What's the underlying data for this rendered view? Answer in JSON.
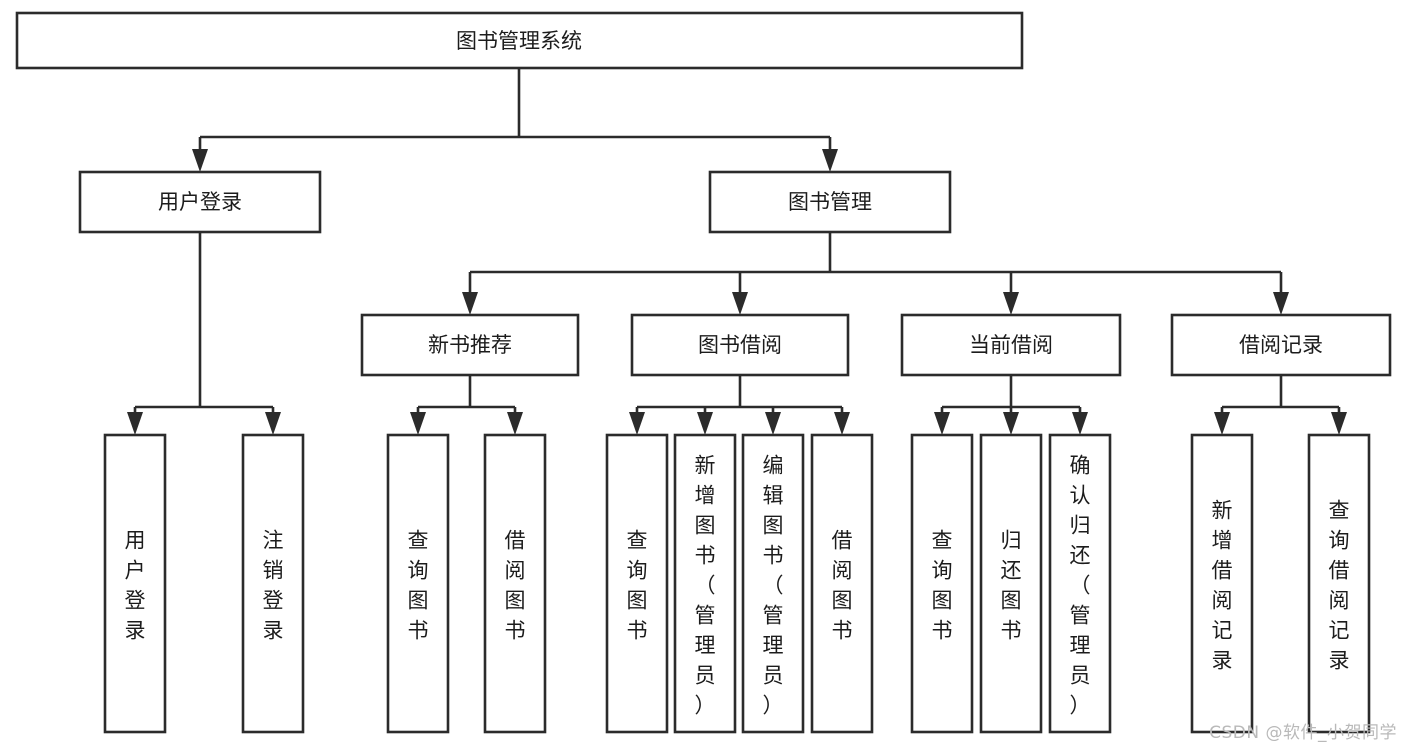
{
  "diagram": {
    "type": "tree-hierarchy",
    "title": "图书管理系统",
    "orientation": "top-down",
    "watermark": "CSDN @软件_小贺同学",
    "colors": {
      "box_stroke": "#2b2b2b",
      "box_fill": "#ffffff",
      "text": "#1c1c1c",
      "background": "#ffffff",
      "watermark": "#b9b9b9"
    },
    "root": {
      "label": "图书管理系统"
    },
    "level2": [
      {
        "label": "用户登录"
      },
      {
        "label": "图书管理"
      }
    ],
    "level3": [
      {
        "label": "新书推荐"
      },
      {
        "label": "图书借阅"
      },
      {
        "label": "当前借阅"
      },
      {
        "label": "借阅记录"
      }
    ],
    "leaves": {
      "user_login": [
        {
          "label": "用户登录"
        },
        {
          "label": "注销登录"
        }
      ],
      "new_book_recommend": [
        {
          "label": "查询图书"
        },
        {
          "label": "借阅图书"
        }
      ],
      "book_borrow": [
        {
          "label": "查询图书"
        },
        {
          "label": "新增图书（管理员）"
        },
        {
          "label": "编辑图书（管理员）"
        },
        {
          "label": "借阅图书"
        }
      ],
      "current_borrow": [
        {
          "label": "查询图书"
        },
        {
          "label": "归还图书"
        },
        {
          "label": "确认归还（管理员）"
        }
      ],
      "borrow_record": [
        {
          "label": "新增借阅记录"
        },
        {
          "label": "查询借阅记录"
        }
      ]
    }
  }
}
